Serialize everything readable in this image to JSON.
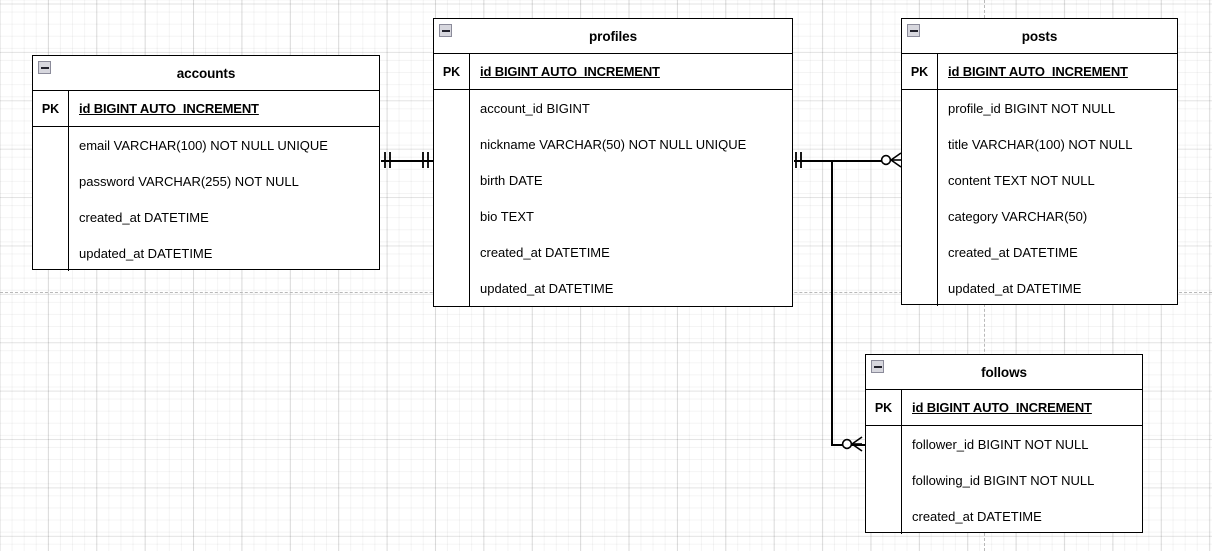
{
  "diagram": {
    "type": "er-diagram",
    "title": "",
    "background": "#ffffff",
    "grid_color": "#e8e8e8",
    "line_color": "#000000",
    "pagebreak_color": "#b9b9b9"
  },
  "entities": [
    {
      "name": "accounts",
      "collapse_icon": "minus-icon",
      "key_label": "PK",
      "pk": "id BIGINT AUTO_INCREMENT",
      "attributes": [
        "email VARCHAR(100) NOT NULL UNIQUE",
        "password VARCHAR(255) NOT NULL",
        "created_at DATETIME",
        "updated_at DATETIME"
      ]
    },
    {
      "name": "profiles",
      "collapse_icon": "minus-icon",
      "key_label": "PK",
      "pk": "id BIGINT AUTO_INCREMENT",
      "attributes": [
        "account_id BIGINT",
        "nickname VARCHAR(50) NOT NULL UNIQUE",
        "birth DATE",
        "bio TEXT",
        "created_at DATETIME",
        "updated_at DATETIME"
      ]
    },
    {
      "name": "posts",
      "collapse_icon": "minus-icon",
      "key_label": "PK",
      "pk": "id BIGINT AUTO_INCREMENT",
      "attributes": [
        "profile_id BIGINT NOT NULL",
        "title VARCHAR(100) NOT NULL",
        "content TEXT NOT NULL",
        "category VARCHAR(50)",
        "created_at DATETIME",
        "updated_at DATETIME"
      ]
    },
    {
      "name": "follows",
      "collapse_icon": "minus-icon",
      "key_label": "PK",
      "pk": "id BIGINT AUTO_INCREMENT",
      "attributes": [
        "follower_id BIGINT NOT NULL",
        "following_id BIGINT NOT NULL",
        "created_at DATETIME"
      ]
    }
  ],
  "relationships": [
    {
      "from": "accounts",
      "to": "profiles",
      "from_cardinality": "one-and-only-one",
      "to_cardinality": "one-and-only-one"
    },
    {
      "from": "profiles",
      "to": "posts",
      "from_cardinality": "one-and-only-one",
      "to_cardinality": "zero-or-many"
    },
    {
      "from": "profiles",
      "to": "follows",
      "from_cardinality": "one-and-only-one",
      "to_cardinality": "zero-or-many"
    }
  ]
}
